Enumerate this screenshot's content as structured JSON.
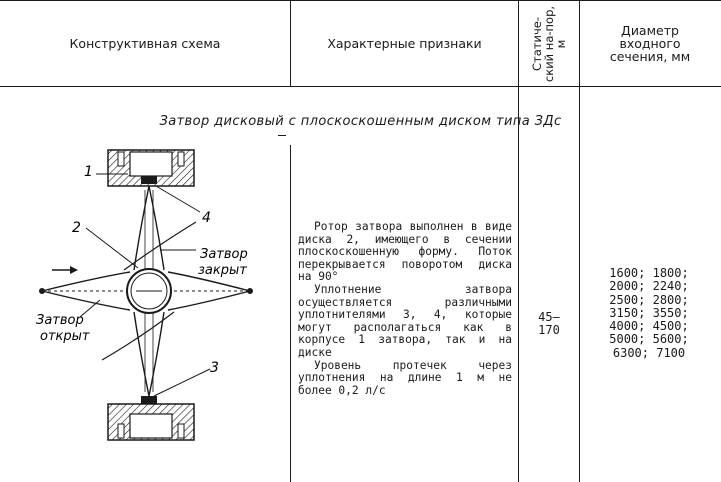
{
  "table": {
    "headers": {
      "scheme": "Конструктивная схема",
      "features": "Характерные признаки",
      "pressure": "Статиче-ский на-пор, м",
      "diameter": "Диаметр входного сечения, мм"
    },
    "section_title": "Затвор дисковый с плоскоскошенным диском типа ЗДс",
    "row": {
      "description": [
        "Ротор затвора выполнен в виде диска 2, имеющего в сечении плоскоскошенную форму. Поток перекрывается поворотом диска на 90°",
        "Уплотнение затвора осуществляется различными уплотнителями 3, 4, которые могут располагаться как в корпусе 1 затвора, так и на диске",
        "Уровень протечек через уплотнения на длине 1 м не более 0,2 л/с"
      ],
      "pressure": [
        "45—",
        "170"
      ],
      "diameters": [
        "1600; 1800;",
        "2000; 2240;",
        "2500; 2800;",
        "3150; 3550;",
        "4000; 4500;",
        "5000; 5600;",
        "6300; 7100"
      ]
    }
  },
  "figure": {
    "labels": {
      "n1": "1",
      "n2": "2",
      "n3": "3",
      "n4": "4",
      "closed_1": "Затвор",
      "closed_2": "закрыт",
      "open_1": "Затвор",
      "open_2": "открыт"
    }
  }
}
